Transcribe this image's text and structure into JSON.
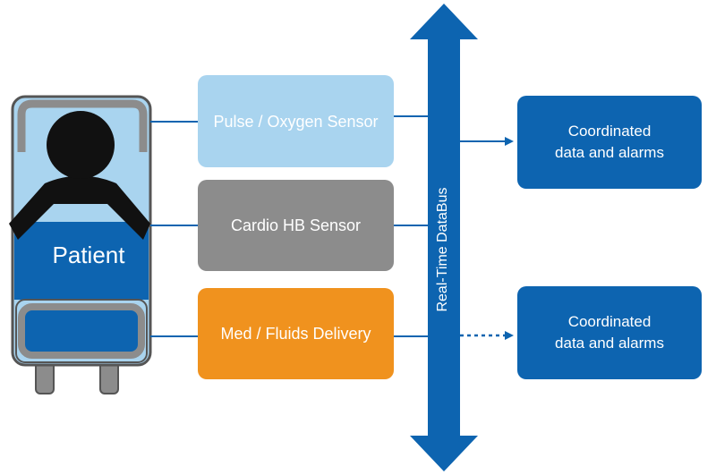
{
  "patient": {
    "label": "Patient"
  },
  "databus": {
    "label": "Real-Time DataBus"
  },
  "devices": [
    {
      "label": "Pulse / Oxygen Sensor",
      "color": "#a9d4ef"
    },
    {
      "label": "Cardio HB Sensor",
      "color": "#8c8c8c"
    },
    {
      "label": "Med / Fluids Delivery",
      "color": "#f0921e"
    }
  ],
  "outputs": [
    {
      "line1": "Coordinated",
      "line2": "data and alarms",
      "connector": "solid"
    },
    {
      "line1": "Coordinated",
      "line2": "data and alarms",
      "connector": "dotted"
    }
  ],
  "colors": {
    "bus": "#0d64b0",
    "bed_fill": "#a9d4ef",
    "patient_body": "#111111",
    "bed_frame": "#8c8c8c"
  }
}
